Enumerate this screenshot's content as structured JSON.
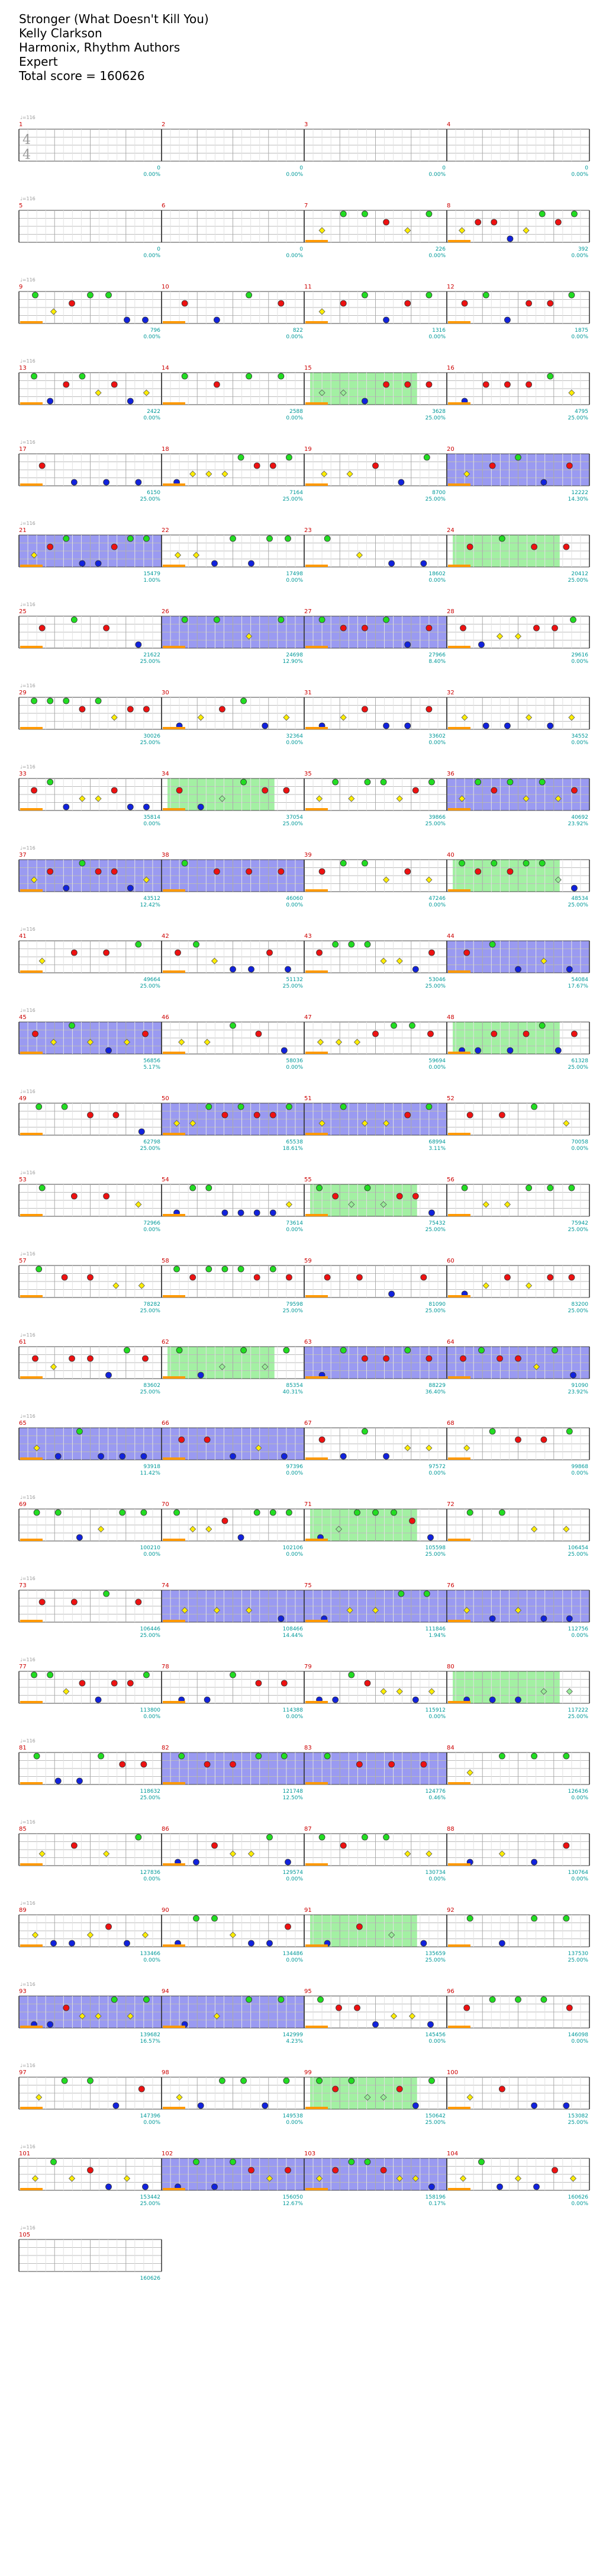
{
  "header": {
    "song": "Stronger (What Doesn't Kill You)",
    "artist": "Kelly Clarkson",
    "charter": "Harmonix, Rhythm Authors",
    "difficulty": "Expert",
    "total_score": "Total score = 160626"
  },
  "colors": {
    "green": "#22dd22",
    "red": "#ee1111",
    "yellow": "#ffee00",
    "blue": "#1122dd",
    "orange": "#ff9900",
    "sp_green": "#99ee99",
    "sp_blue": "#8888ee",
    "sp_red": "#ff9999",
    "measure_red": "#cc0000",
    "score_green": "#009999"
  },
  "chart_data": {
    "type": "table",
    "time_signature": "4/4",
    "tempo_mark": "♩=116",
    "measures_per_row": 4,
    "measures": [
      {
        "n": "1",
        "score": "0",
        "mult": "0.00%"
      },
      {
        "n": "2",
        "score": "0",
        "mult": "0.00%"
      },
      {
        "n": "3",
        "score": "0",
        "mult": "0.00%"
      },
      {
        "n": "4",
        "score": "0",
        "mult": "0.00%"
      },
      {
        "n": "5",
        "score": "0",
        "mult": "0.00%"
      },
      {
        "n": "6",
        "score": "0",
        "mult": "0.00%"
      },
      {
        "n": "7",
        "score": "226",
        "mult": "0.00%"
      },
      {
        "n": "8",
        "score": "392",
        "mult": "0.00%"
      },
      {
        "n": "9",
        "score": "796",
        "mult": "0.00%"
      },
      {
        "n": "10",
        "score": "822",
        "mult": "0.00%"
      },
      {
        "n": "11",
        "score": "1316",
        "mult": "0.00%"
      },
      {
        "n": "12",
        "score": "1875",
        "mult": "0.00%"
      },
      {
        "n": "13",
        "score": "2422",
        "mult": "0.00%"
      },
      {
        "n": "14",
        "score": "2588",
        "mult": "0.00%"
      },
      {
        "n": "15",
        "score": "3628",
        "mult": "25.00%"
      },
      {
        "n": "16",
        "score": "4795",
        "mult": "25.00%"
      },
      {
        "n": "17",
        "score": "6150",
        "mult": "25.00%"
      },
      {
        "n": "18",
        "score": "7164",
        "mult": "25.00%"
      },
      {
        "n": "19",
        "score": "8700",
        "mult": "25.00%"
      },
      {
        "n": "20",
        "score": "12222",
        "mult": "14.30%"
      },
      {
        "n": "21",
        "score": "15479",
        "mult": "1.00%"
      },
      {
        "n": "22",
        "score": "17498",
        "mult": "0.00%"
      },
      {
        "n": "23",
        "score": "18602",
        "mult": "0.00%"
      },
      {
        "n": "24",
        "score": "20412",
        "mult": "25.00%"
      },
      {
        "n": "25",
        "score": "21622",
        "mult": "25.00%"
      },
      {
        "n": "26",
        "score": "24698",
        "mult": "12.90%"
      },
      {
        "n": "27",
        "score": "27966",
        "mult": "8.40%"
      },
      {
        "n": "28",
        "score": "29616",
        "mult": "0.00%"
      },
      {
        "n": "29",
        "score": "30026",
        "mult": "25.00%"
      },
      {
        "n": "30",
        "score": "32364",
        "mult": "0.00%"
      },
      {
        "n": "31",
        "score": "33602",
        "mult": "0.00%"
      },
      {
        "n": "32",
        "score": "34552",
        "mult": "0.00%"
      },
      {
        "n": "33",
        "score": "35814",
        "mult": "0.00%"
      },
      {
        "n": "34",
        "score": "37054",
        "mult": "25.00%"
      },
      {
        "n": "35",
        "score": "39866",
        "mult": "25.00%"
      },
      {
        "n": "36",
        "score": "40692",
        "mult": "23.92%"
      },
      {
        "n": "37",
        "score": "43512",
        "mult": "12.42%"
      },
      {
        "n": "38",
        "score": "46060",
        "mult": "0.00%"
      },
      {
        "n": "39",
        "score": "47246",
        "mult": "0.00%"
      },
      {
        "n": "40",
        "score": "48534",
        "mult": "25.00%"
      },
      {
        "n": "41",
        "score": "49664",
        "mult": "25.00%"
      },
      {
        "n": "42",
        "score": "51132",
        "mult": "25.00%"
      },
      {
        "n": "43",
        "score": "53046",
        "mult": "25.00%"
      },
      {
        "n": "44",
        "score": "54084",
        "mult": "17.67%"
      },
      {
        "n": "45",
        "score": "56856",
        "mult": "5.17%"
      },
      {
        "n": "46",
        "score": "58036",
        "mult": "0.00%"
      },
      {
        "n": "47",
        "score": "59694",
        "mult": "0.00%"
      },
      {
        "n": "48",
        "score": "61328",
        "mult": "25.00%"
      },
      {
        "n": "49",
        "score": "62798",
        "mult": "25.00%"
      },
      {
        "n": "50",
        "score": "65538",
        "mult": "18.61%"
      },
      {
        "n": "51",
        "score": "68994",
        "mult": "3.11%"
      },
      {
        "n": "52",
        "score": "70058",
        "mult": "0.00%"
      },
      {
        "n": "53",
        "score": "72966",
        "mult": "0.00%"
      },
      {
        "n": "54",
        "score": "73614",
        "mult": "0.00%"
      },
      {
        "n": "55",
        "score": "75432",
        "mult": "25.00%"
      },
      {
        "n": "56",
        "score": "75942",
        "mult": "25.00%"
      },
      {
        "n": "57",
        "score": "78282",
        "mult": "25.00%"
      },
      {
        "n": "58",
        "score": "79598",
        "mult": "25.00%"
      },
      {
        "n": "59",
        "score": "81090",
        "mult": "25.00%"
      },
      {
        "n": "60",
        "score": "83200",
        "mult": "25.00%"
      },
      {
        "n": "61",
        "score": "83602",
        "mult": "25.00%"
      },
      {
        "n": "62",
        "score": "85354",
        "mult": "40.31%"
      },
      {
        "n": "63",
        "score": "88229",
        "mult": "36.40%"
      },
      {
        "n": "64",
        "score": "91090",
        "mult": "23.92%"
      },
      {
        "n": "65",
        "score": "93918",
        "mult": "11.42%"
      },
      {
        "n": "66",
        "score": "97396",
        "mult": "0.00%"
      },
      {
        "n": "67",
        "score": "97572",
        "mult": "0.00%"
      },
      {
        "n": "68",
        "score": "99868",
        "mult": "0.00%"
      },
      {
        "n": "69",
        "score": "100210",
        "mult": "0.00%"
      },
      {
        "n": "70",
        "score": "102106",
        "mult": "0.00%"
      },
      {
        "n": "71",
        "score": "105598",
        "mult": "25.00%"
      },
      {
        "n": "72",
        "score": "106454",
        "mult": "25.00%"
      },
      {
        "n": "73",
        "score": "106446",
        "mult": "25.00%"
      },
      {
        "n": "74",
        "score": "108466",
        "mult": "14.44%"
      },
      {
        "n": "75",
        "score": "111846",
        "mult": "1.94%"
      },
      {
        "n": "76",
        "score": "112756",
        "mult": "0.00%"
      },
      {
        "n": "77",
        "score": "113800",
        "mult": "0.00%"
      },
      {
        "n": "78",
        "score": "114388",
        "mult": "0.00%"
      },
      {
        "n": "79",
        "score": "115912",
        "mult": "0.00%"
      },
      {
        "n": "80",
        "score": "117222",
        "mult": "25.00%"
      },
      {
        "n": "81",
        "score": "118632",
        "mult": "25.00%"
      },
      {
        "n": "82",
        "score": "121748",
        "mult": "12.50%"
      },
      {
        "n": "83",
        "score": "124776",
        "mult": "0.46%"
      },
      {
        "n": "84",
        "score": "126436",
        "mult": "0.00%"
      },
      {
        "n": "85",
        "score": "127836",
        "mult": "0.00%"
      },
      {
        "n": "86",
        "score": "129574",
        "mult": "0.00%"
      },
      {
        "n": "87",
        "score": "130734",
        "mult": "0.00%"
      },
      {
        "n": "88",
        "score": "130764",
        "mult": "0.00%"
      },
      {
        "n": "89",
        "score": "133466",
        "mult": "0.00%"
      },
      {
        "n": "90",
        "score": "134486",
        "mult": "0.00%"
      },
      {
        "n": "91",
        "score": "135659",
        "mult": "25.00%"
      },
      {
        "n": "92",
        "score": "137530",
        "mult": "25.00%"
      },
      {
        "n": "93",
        "score": "139682",
        "mult": "16.57%"
      },
      {
        "n": "94",
        "score": "142999",
        "mult": "4.23%"
      },
      {
        "n": "95",
        "score": "145456",
        "mult": "0.00%"
      },
      {
        "n": "96",
        "score": "146098",
        "mult": "0.00%"
      },
      {
        "n": "97",
        "score": "147396",
        "mult": "0.00%"
      },
      {
        "n": "98",
        "score": "149538",
        "mult": "0.00%"
      },
      {
        "n": "99",
        "score": "150642",
        "mult": "25.00%"
      },
      {
        "n": "100",
        "score": "153082",
        "mult": "25.00%"
      },
      {
        "n": "101",
        "score": "153442",
        "mult": "25.00%"
      },
      {
        "n": "102",
        "score": "156050",
        "mult": "12.67%"
      },
      {
        "n": "103",
        "score": "158196",
        "mult": "0.17%"
      },
      {
        "n": "104",
        "score": "160626",
        "mult": "0.00%"
      },
      {
        "n": "105",
        "score": "160626",
        "mult": ""
      }
    ]
  }
}
